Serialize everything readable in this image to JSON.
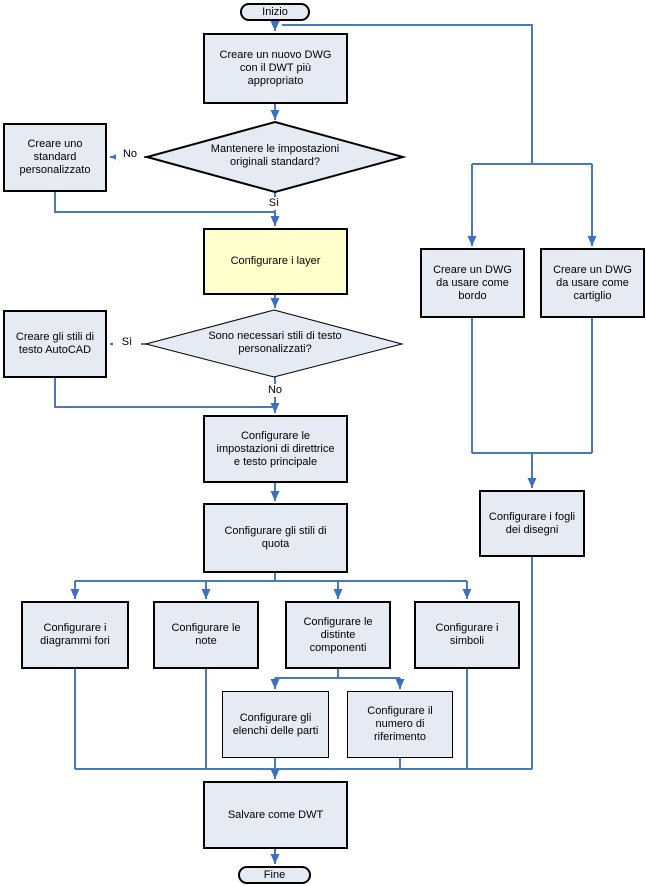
{
  "colors": {
    "line": "#4a78bb",
    "arrow": "#3a6fc4",
    "node_fill": "#e6eaf3",
    "highlight_fill": "#ffffcc",
    "border": "#000000"
  },
  "nodes": {
    "inizio": "Inizio",
    "nuovo_dwg": "Creare un nuovo DWG\ncon il DWT più\nappropriato",
    "dec_impostazioni": "Mantenere le impostazioni\noriginali standard?",
    "standard_personalizzato": "Creare uno\nstandard\npersonalizzato",
    "configurare_layer": "Configurare i layer",
    "dec_stili_testo": "Sono necessari stili di testo\npersonalizzati?",
    "stili_testo_autocad": "Creare gli stili di\ntesto AutoCAD",
    "direttrice_testo": "Configurare le\nimpostazioni di direttrice\ne testo principale",
    "stili_quota": "Configurare gli stili di\nquota",
    "diagrammi_fori": "Configurare i\ndiagrammi fori",
    "note": "Configurare le\nnote",
    "distinte_componenti": "Configurare le\ndistinte\ncomponenti",
    "simboli": "Configurare i\nsimboli",
    "elenchi_parti": "Configurare gli\nelenchi delle parti",
    "numero_riferimento": "Configurare il\nnumero di\nriferimento",
    "dwg_bordo": "Creare un DWG\nda usare come\nbordo",
    "dwg_cartiglio": "Creare un DWG\nda usare come\ncartiglio",
    "fogli_disegni": "Configurare i fogli\ndei disegni",
    "salvare_dwt": "Salvare come DWT",
    "fine": "Fine"
  },
  "edge_labels": {
    "no_1": "No",
    "si_1": "Sì",
    "si_2": "Sì",
    "no_2": "No"
  }
}
